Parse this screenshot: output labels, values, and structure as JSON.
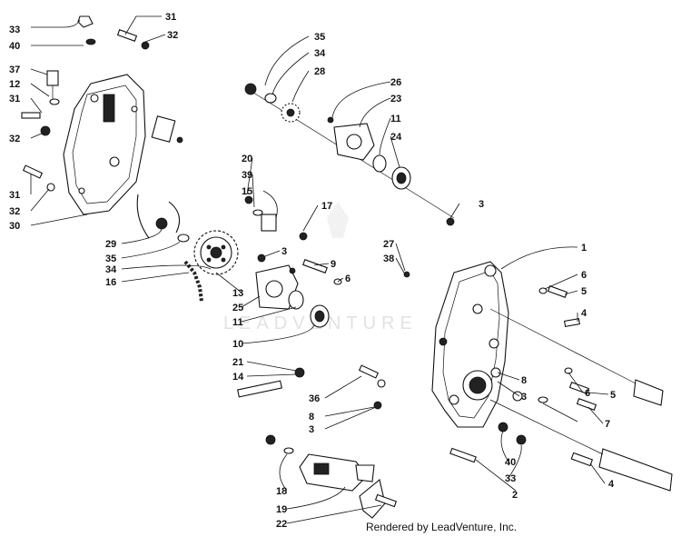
{
  "watermark": "LEADVENTURE",
  "credit": "Rendered by LeadVenture, Inc.",
  "callouts": [
    "33",
    "40",
    "37",
    "12",
    "31",
    "32",
    "31",
    "32",
    "30",
    "31",
    "32",
    "35",
    "34",
    "28",
    "26",
    "23",
    "11",
    "24",
    "20",
    "39",
    "15",
    "17",
    "3",
    "29",
    "35",
    "34",
    "16",
    "13",
    "25",
    "11",
    "10",
    "3",
    "9",
    "6",
    "27",
    "38",
    "1",
    "6",
    "5",
    "4",
    "21",
    "14",
    "36",
    "8",
    "3",
    "8",
    "3",
    "6",
    "5",
    "7",
    "40",
    "33",
    "18",
    "19",
    "22",
    "2",
    "4"
  ]
}
